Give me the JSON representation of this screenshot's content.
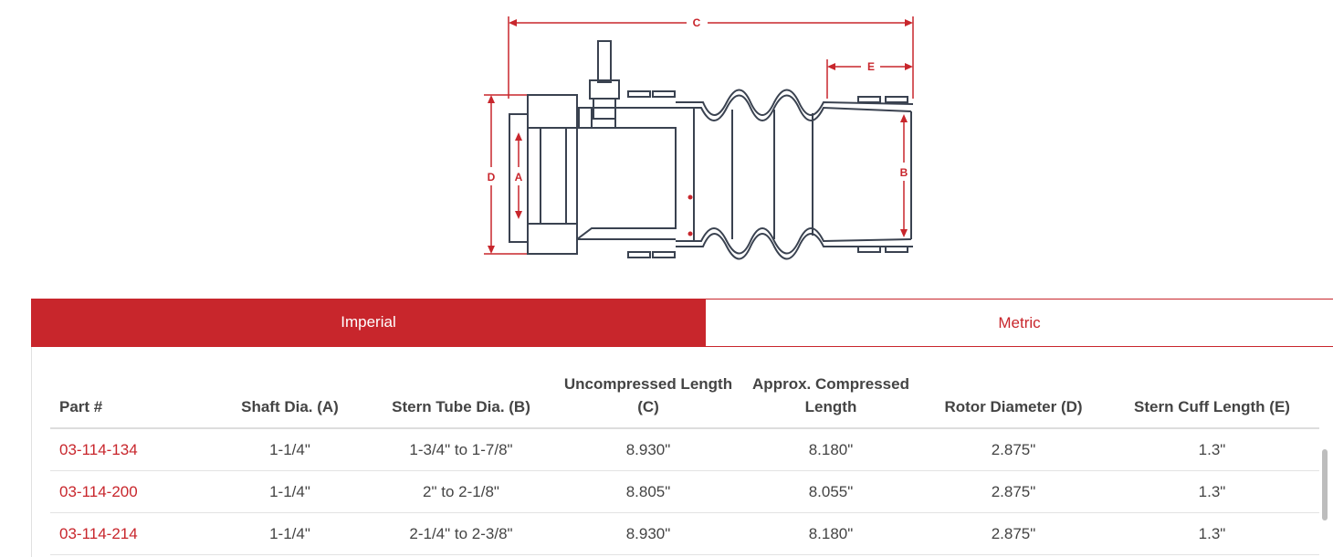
{
  "diagram": {
    "labels": {
      "c": "C",
      "e": "E",
      "d": "D",
      "a": "A",
      "b": "B"
    },
    "colors": {
      "dimension": "#c8262c",
      "outline": "#3a4250"
    }
  },
  "tabs": [
    {
      "label": "Imperial",
      "active": true
    },
    {
      "label": "Metric",
      "active": false
    }
  ],
  "table": {
    "headers": {
      "part": "Part #",
      "shaft": "Shaft Dia. (A)",
      "stern_tube": "Stern Tube Dia. (B)",
      "uncompressed_1": "Uncompressed Length",
      "uncompressed_2": "(C)",
      "compressed_1": "Approx. Compressed",
      "compressed_2": "Length",
      "rotor": "Rotor Diameter (D)",
      "cuff": "Stern Cuff Length (E)"
    },
    "rows": [
      {
        "part": "03-114-134",
        "shaft": "1-1/4\"",
        "stern_tube": "1-3/4\" to 1-7/8\"",
        "uncompressed": "8.930\"",
        "compressed": "8.180\"",
        "rotor": "2.875\"",
        "cuff": "1.3\""
      },
      {
        "part": "03-114-200",
        "shaft": "1-1/4\"",
        "stern_tube": "2\" to 2-1/8\"",
        "uncompressed": "8.805\"",
        "compressed": "8.055\"",
        "rotor": "2.875\"",
        "cuff": "1.3\""
      },
      {
        "part": "03-114-214",
        "shaft": "1-1/4\"",
        "stern_tube": "2-1/4\" to 2-3/8\"",
        "uncompressed": "8.930\"",
        "compressed": "8.180\"",
        "rotor": "2.875\"",
        "cuff": "1.3\""
      }
    ]
  },
  "colors": {
    "accent": "#c8262c",
    "text": "#444444"
  }
}
